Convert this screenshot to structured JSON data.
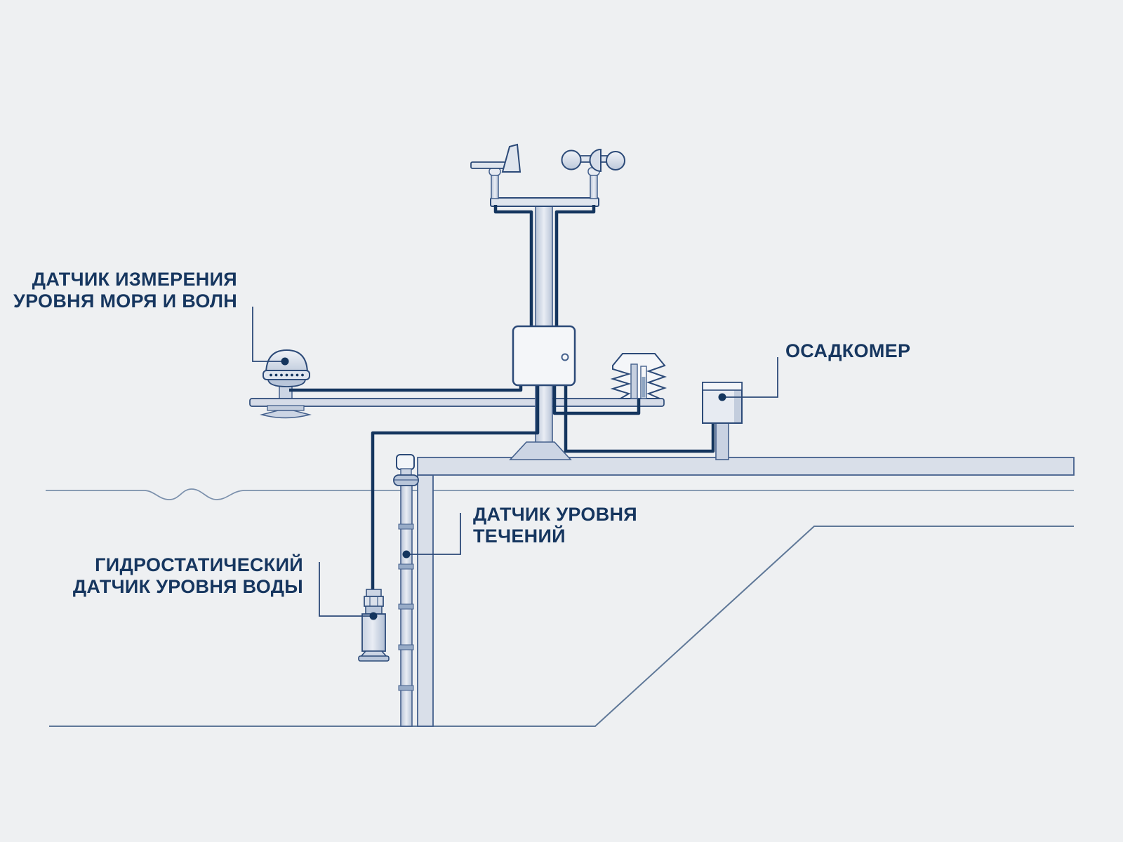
{
  "labels": {
    "sea_level": {
      "line1": "ДАТЧИК ИЗМЕРЕНИЯ",
      "line2": "УРОВНЯ МОРЯ И ВОЛН"
    },
    "precipitation every": {
      "line1": ""
    },
    "precipitation": {
      "line1": "ОСАДКОМЕР"
    },
    "current": {
      "line1": "ДАТЧИК УРОВНЯ",
      "line2": "ТЕЧЕНИЙ"
    },
    "hydrostatic": {
      "line1": "ГИДРОСТАТИЧЕСКИЙ",
      "line2": "ДАТЧИК УРОВНЯ ВОДЫ"
    }
  },
  "devices": [
    "wind-vane",
    "cup-anemometer",
    "mast",
    "data-logger-box",
    "radiation-shield",
    "sea-level-wave-sensor",
    "precipitation-gauge",
    "current-level-sensor",
    "hydrostatic-water-level-sensor",
    "pier-deck",
    "water-surface",
    "seabed"
  ],
  "colors": {
    "background": "#eef0f2",
    "label_text": "#16365f",
    "cable": "#14355e",
    "outline_dark": "#2c4a78",
    "outline_mid": "#44608c",
    "fill_light": "#ccd5e4",
    "fill_lighter": "#e7ebf2",
    "fill_white": "#f4f6f9",
    "deck_fill": "#d9dfe9",
    "water_line": "#7b90ac",
    "ground_line": "#5f7898"
  }
}
